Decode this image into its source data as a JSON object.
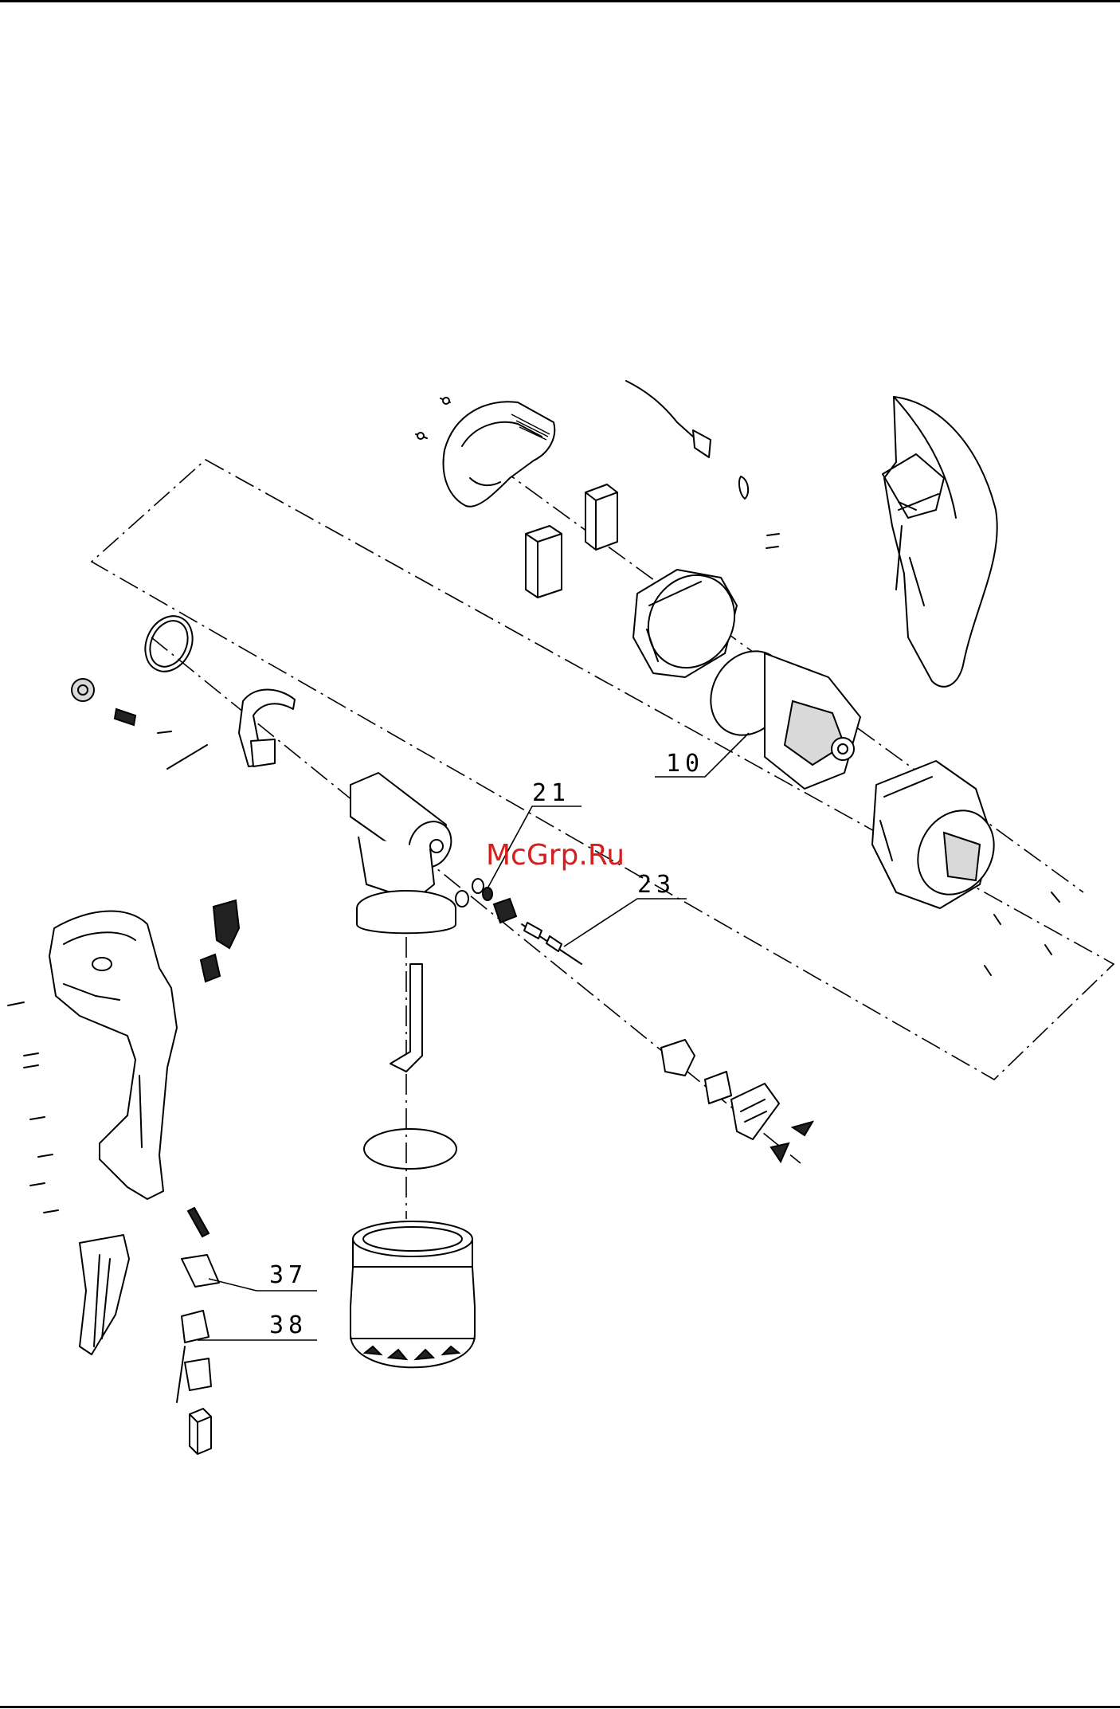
{
  "watermark": "McGrp.Ru",
  "callouts": [
    {
      "id": "c10",
      "label": "10"
    },
    {
      "id": "c21",
      "label": "21"
    },
    {
      "id": "c23",
      "label": "23"
    },
    {
      "id": "c37",
      "label": "37"
    },
    {
      "id": "c38",
      "label": "38"
    }
  ]
}
